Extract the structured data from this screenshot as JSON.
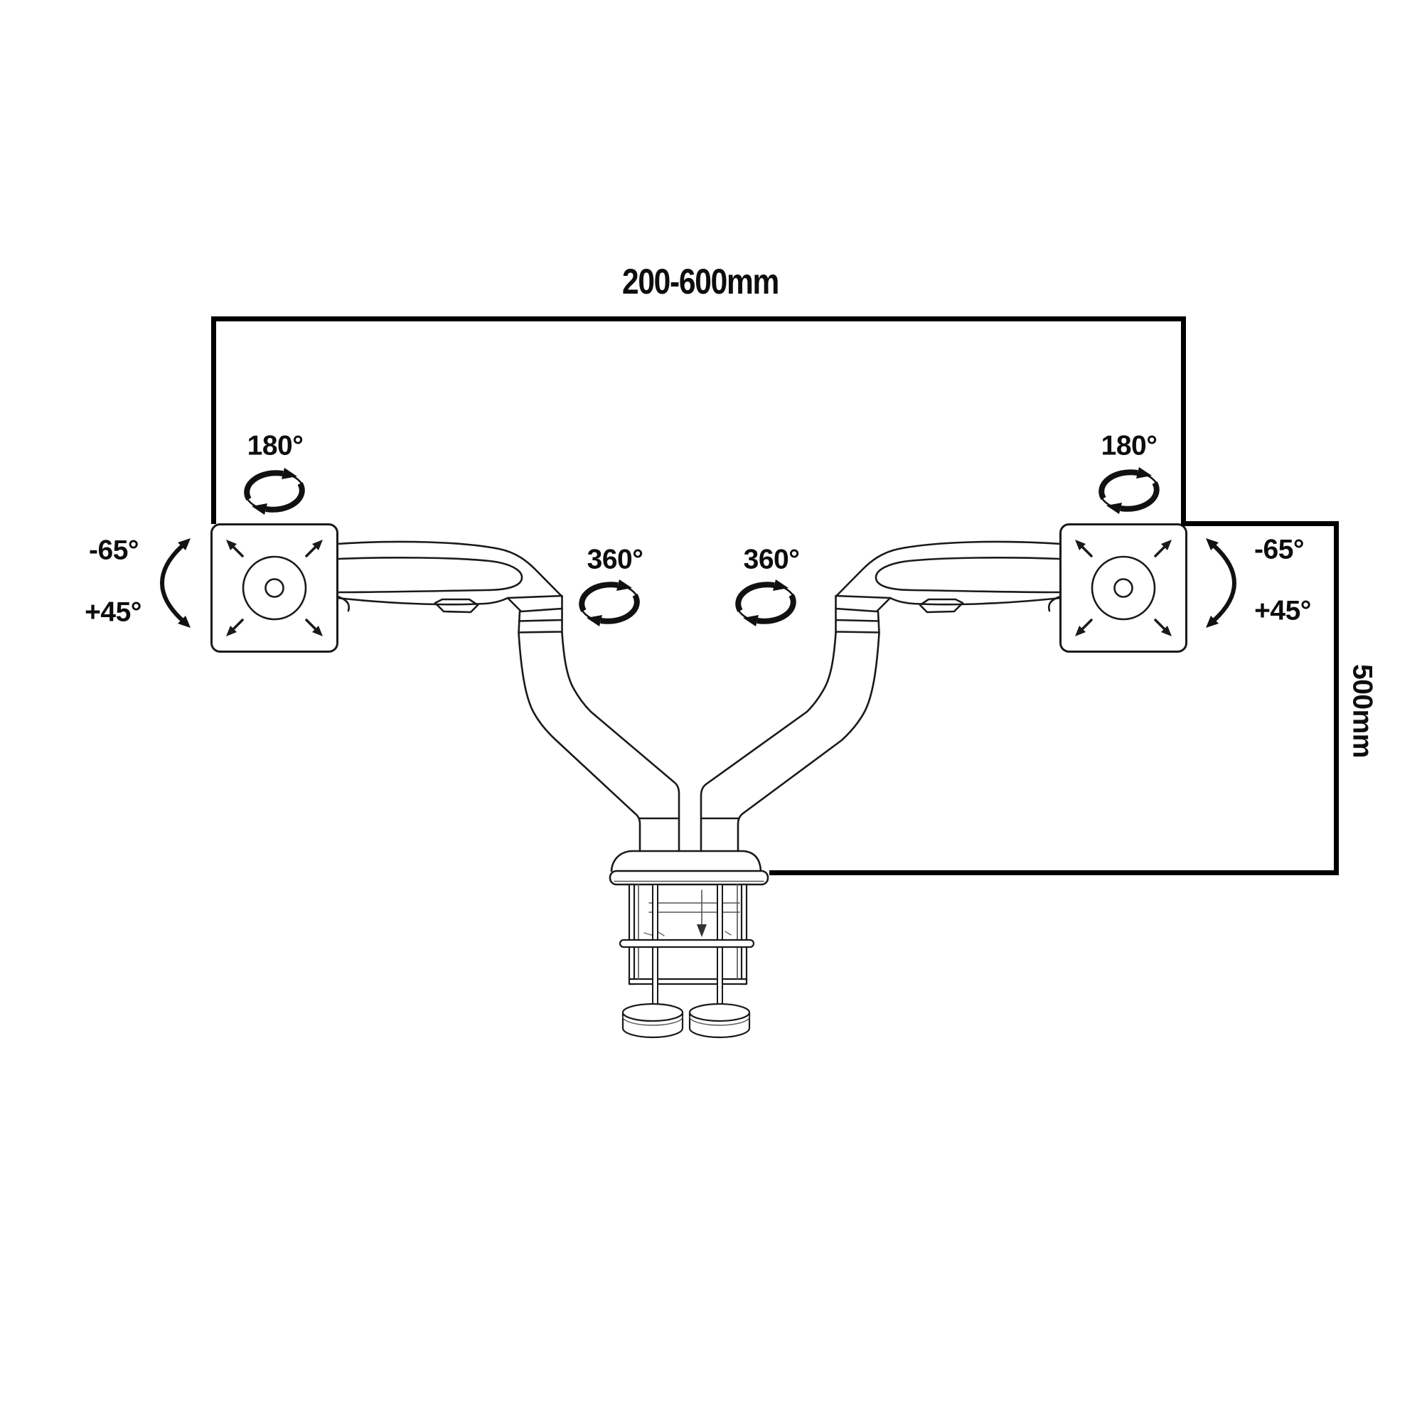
{
  "figure": {
    "subject": "dual monitor desk mount arm - motion range diagram",
    "background": "#ffffff",
    "line_color": "#1a1a1a",
    "dimension_color": "#000000",
    "text_color": "#0d0d0d"
  },
  "dimensions": {
    "top_width": "200-600mm",
    "right_height": "500mm"
  },
  "labels": {
    "left_swivel": "180°",
    "right_swivel": "180°",
    "left_rotate": "360°",
    "right_rotate": "360°",
    "left_tilt_up": "-65°",
    "left_tilt_down": "+45°",
    "right_tilt_up": "-65°",
    "right_tilt_down": "+45°"
  }
}
